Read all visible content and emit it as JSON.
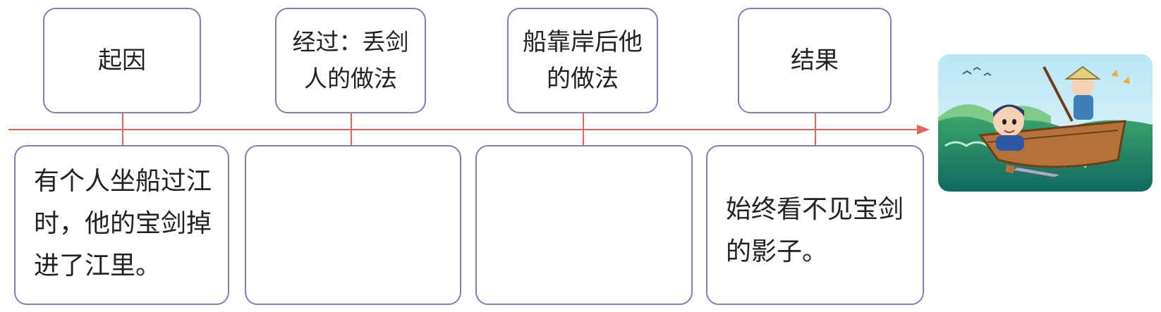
{
  "stages": [
    {
      "title": "起因",
      "content": "有个人坐船过江时，他的宝剑掉进了江里。"
    },
    {
      "title": "经过：丢剑人的做法",
      "content": ""
    },
    {
      "title": "船靠岸后他的做法",
      "content": ""
    },
    {
      "title": "结果",
      "content": "始终看不见宝剑的影子。"
    }
  ],
  "colors": {
    "box_border": "#8a78b8",
    "timeline": "#e8635a"
  },
  "illustration": {
    "icon": "boat-sword-illustration"
  }
}
